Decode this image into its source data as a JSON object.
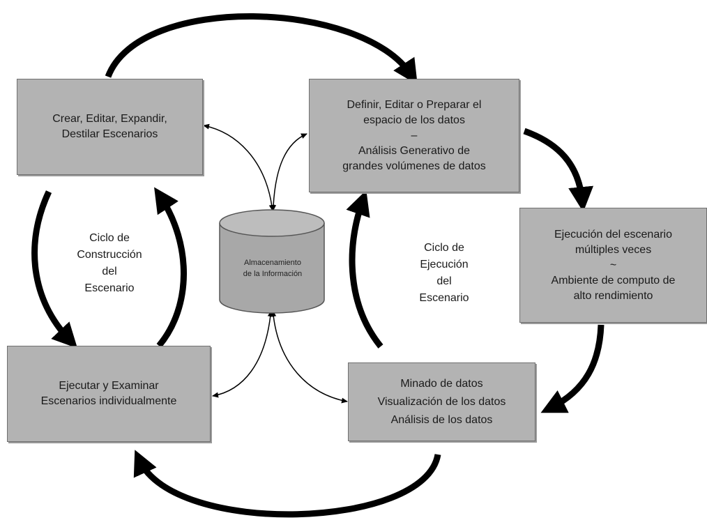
{
  "boxes": {
    "create": {
      "lines": [
        "Crear, Editar, Expandir,",
        "Destilar Escenarios"
      ]
    },
    "define": {
      "lines": [
        "Definir, Editar o Preparar el",
        "espacio de los datos",
        "–",
        "Análisis Generativo de",
        "grandes volúmenes de datos"
      ]
    },
    "execution": {
      "lines": [
        "Ejecución del escenario",
        "múltiples veces",
        "~",
        "Ambiente de computo de",
        "alto rendimiento"
      ]
    },
    "mining": {
      "lines": [
        "Minado de datos",
        "Visualización de los datos",
        "Análisis de los datos"
      ]
    },
    "examine": {
      "lines": [
        "Ejecutar y Examinar",
        "Escenarios individualmente"
      ]
    }
  },
  "database": {
    "lines": [
      "Almacenamiento",
      "de la Información"
    ]
  },
  "cycles": {
    "construction": [
      "Ciclo de",
      "Construcción",
      "del",
      "Escenario"
    ],
    "execution": [
      "Ciclo de",
      "Ejecución",
      "del",
      "Escenario"
    ]
  },
  "colors": {
    "box_fill": "#b3b3b3",
    "box_border": "#6f6f6f",
    "arrow": "#000000",
    "db_fill": "#a8a8a8"
  }
}
